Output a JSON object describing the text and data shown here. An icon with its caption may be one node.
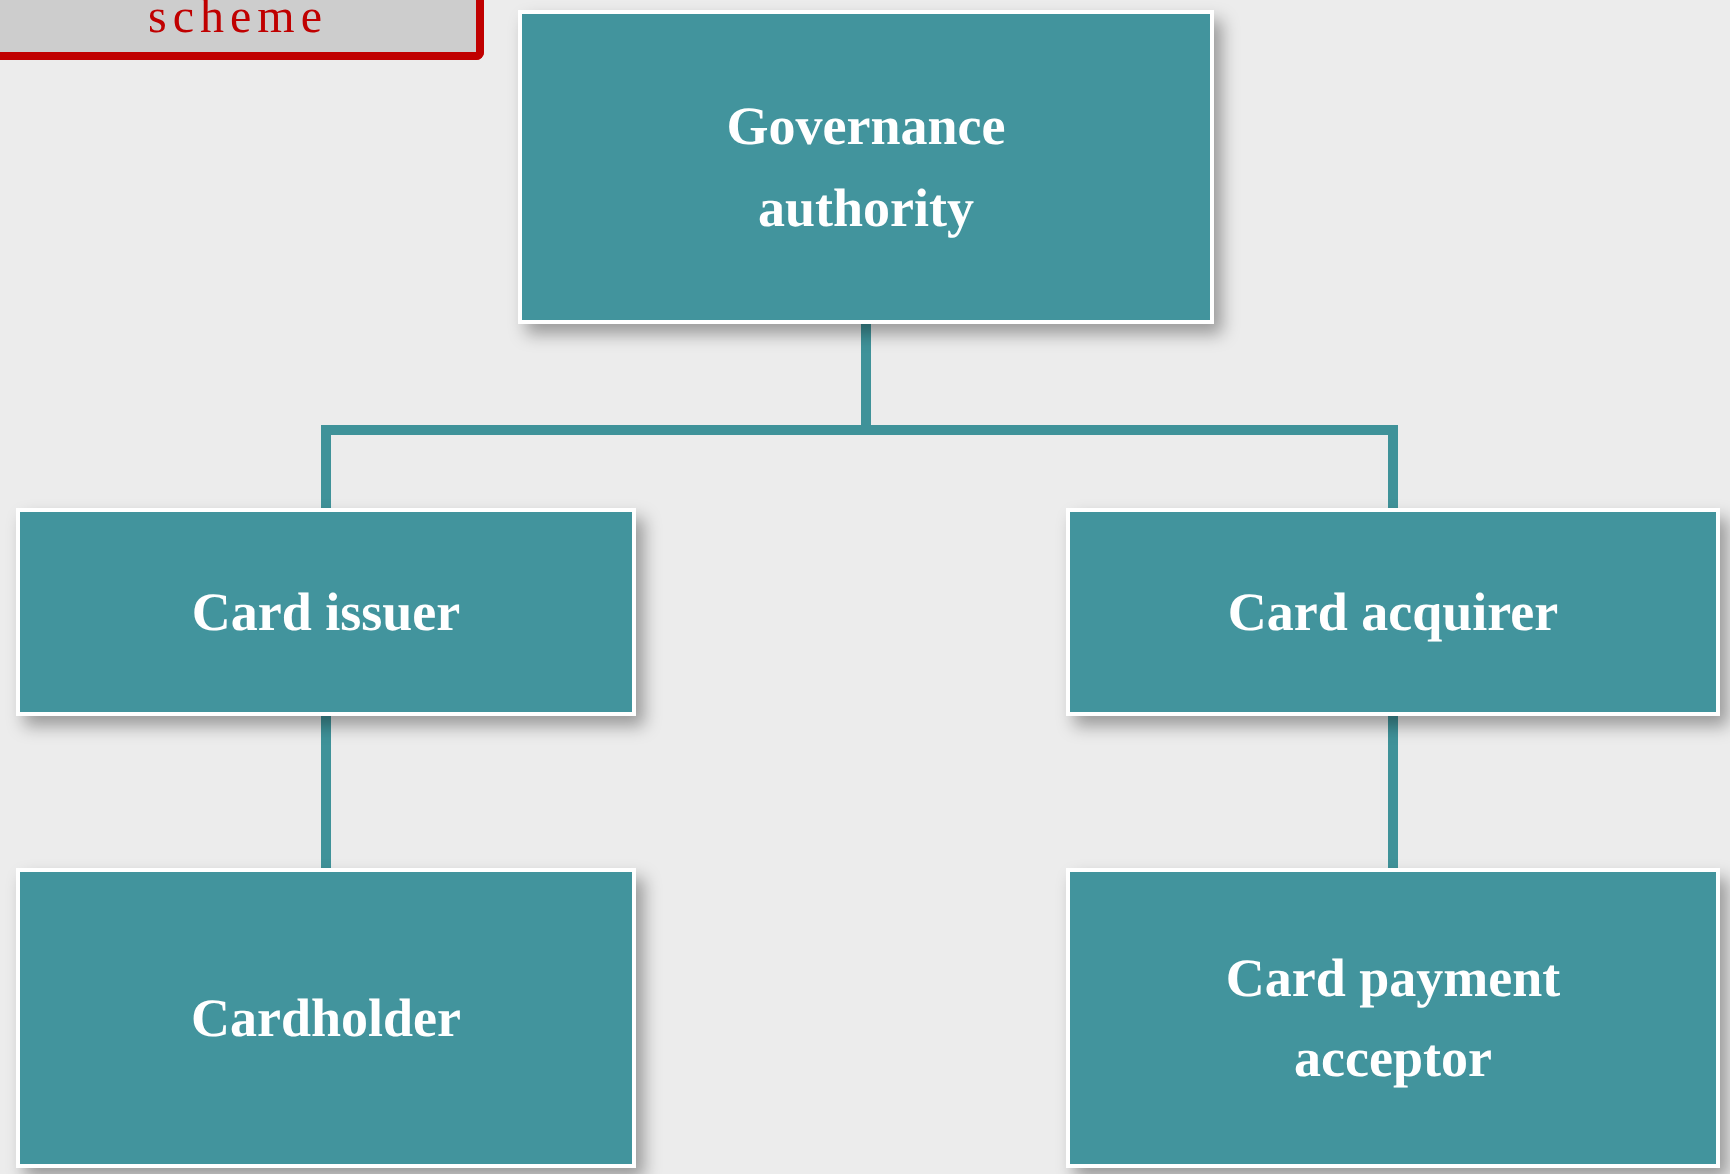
{
  "diagram": {
    "nodes": [
      {
        "text": [
          "scheme"
        ]
      },
      {
        "text": [
          "Governance authority"
        ]
      },
      {
        "text": [
          "Card issuer"
        ]
      },
      {
        "text": [
          "Card acquirer"
        ]
      },
      {
        "text": [
          "Cardholder"
        ]
      },
      {
        "text": [
          "Card payment acceptor"
        ]
      }
    ],
    "edges": [
      {
        "from": 1,
        "to": 2,
        "arrow": "none"
      },
      {
        "from": 1,
        "to": 3,
        "arrow": "none"
      },
      {
        "from": 2,
        "to": 4,
        "arrow": "none"
      },
      {
        "from": 3,
        "to": 5,
        "arrow": "none"
      }
    ]
  }
}
